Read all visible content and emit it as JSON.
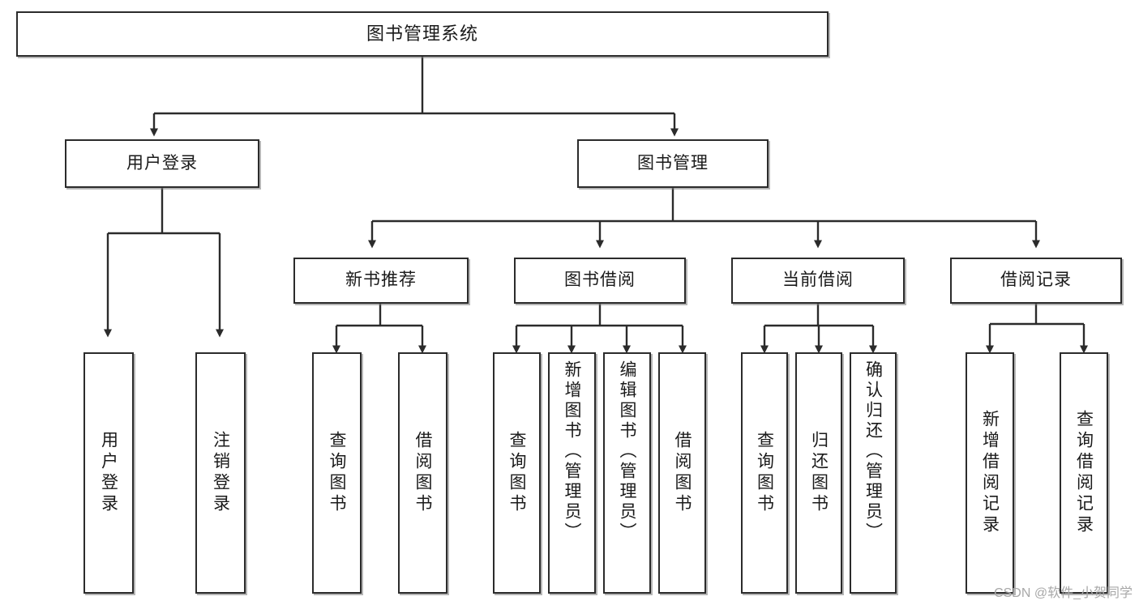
{
  "diagram": {
    "type": "tree-hierarchy",
    "title": "图书管理系统",
    "watermark": "CSDN @软件_小贺同学",
    "colors": {
      "box_border": "#2b2b2b",
      "box_fill": "#ffffff",
      "connector": "#2b2b2b",
      "background": "#ffffff",
      "watermark_text": "#a8a8a8"
    },
    "nodes": {
      "root": {
        "label": "图书管理系统"
      },
      "level1": [
        {
          "label": "用户登录"
        },
        {
          "label": "图书管理"
        }
      ],
      "level2": [
        {
          "label": "新书推荐"
        },
        {
          "label": "图书借阅"
        },
        {
          "label": "当前借阅"
        },
        {
          "label": "借阅记录"
        }
      ],
      "leaves": {
        "user_login": [
          {
            "label": "用户登录"
          },
          {
            "label": "注销登录"
          }
        ],
        "new_book_recommend": [
          {
            "label": "查询图书"
          },
          {
            "label": "借阅图书"
          }
        ],
        "book_borrow": [
          {
            "label": "查询图书"
          },
          {
            "label": "新增图书（管理员）"
          },
          {
            "label": "编辑图书（管理员）"
          },
          {
            "label": "借阅图书"
          }
        ],
        "current_borrow": [
          {
            "label": "查询图书"
          },
          {
            "label": "归还图书"
          },
          {
            "label": "确认归还（管理员）"
          }
        ],
        "borrow_record": [
          {
            "label": "新增借阅记录"
          },
          {
            "label": "查询借阅记录"
          }
        ]
      }
    }
  }
}
